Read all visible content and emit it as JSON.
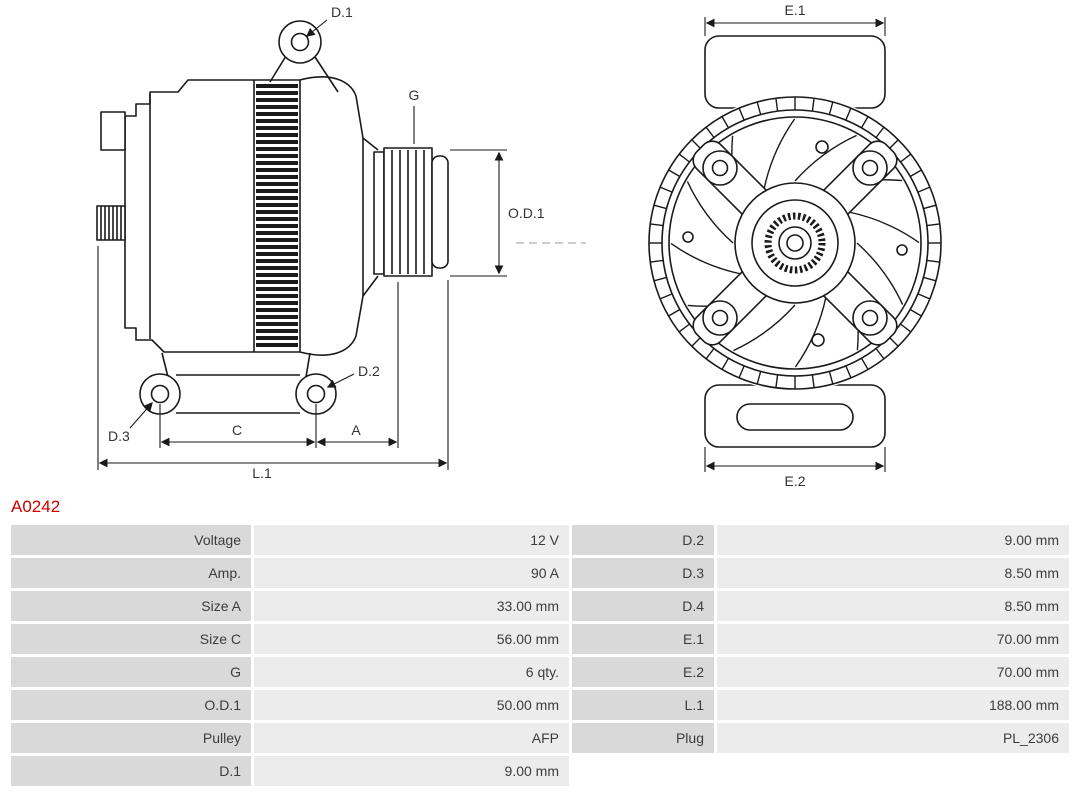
{
  "part_number": "A0242",
  "colors": {
    "part_number": "#cc0000",
    "table_label_bg": "#d9d9d9",
    "table_value_bg": "#ececec",
    "line": "#1a1a1a"
  },
  "diagram": {
    "labels": {
      "d1": "D.1",
      "g": "G",
      "od1": "O.D.1",
      "d2": "D.2",
      "d3": "D.3",
      "c": "C",
      "a": "A",
      "l1": "L.1",
      "e1": "E.1",
      "e2": "E.2"
    }
  },
  "spec_table": {
    "rows": [
      {
        "left_label": "Voltage",
        "left_value": "12 V",
        "right_label": "D.2",
        "right_value": "9.00 mm"
      },
      {
        "left_label": "Amp.",
        "left_value": "90 A",
        "right_label": "D.3",
        "right_value": "8.50 mm"
      },
      {
        "left_label": "Size A",
        "left_value": "33.00 mm",
        "right_label": "D.4",
        "right_value": "8.50 mm"
      },
      {
        "left_label": "Size C",
        "left_value": "56.00 mm",
        "right_label": "E.1",
        "right_value": "70.00 mm"
      },
      {
        "left_label": "G",
        "left_value": "6 qty.",
        "right_label": "E.2",
        "right_value": "70.00 mm"
      },
      {
        "left_label": "O.D.1",
        "left_value": "50.00 mm",
        "right_label": "L.1",
        "right_value": "188.00 mm"
      },
      {
        "left_label": "Pulley",
        "left_value": "AFP",
        "right_label": "Plug",
        "right_value": "PL_2306"
      },
      {
        "left_label": "D.1",
        "left_value": "9.00 mm",
        "right_label": "",
        "right_value": ""
      }
    ]
  }
}
